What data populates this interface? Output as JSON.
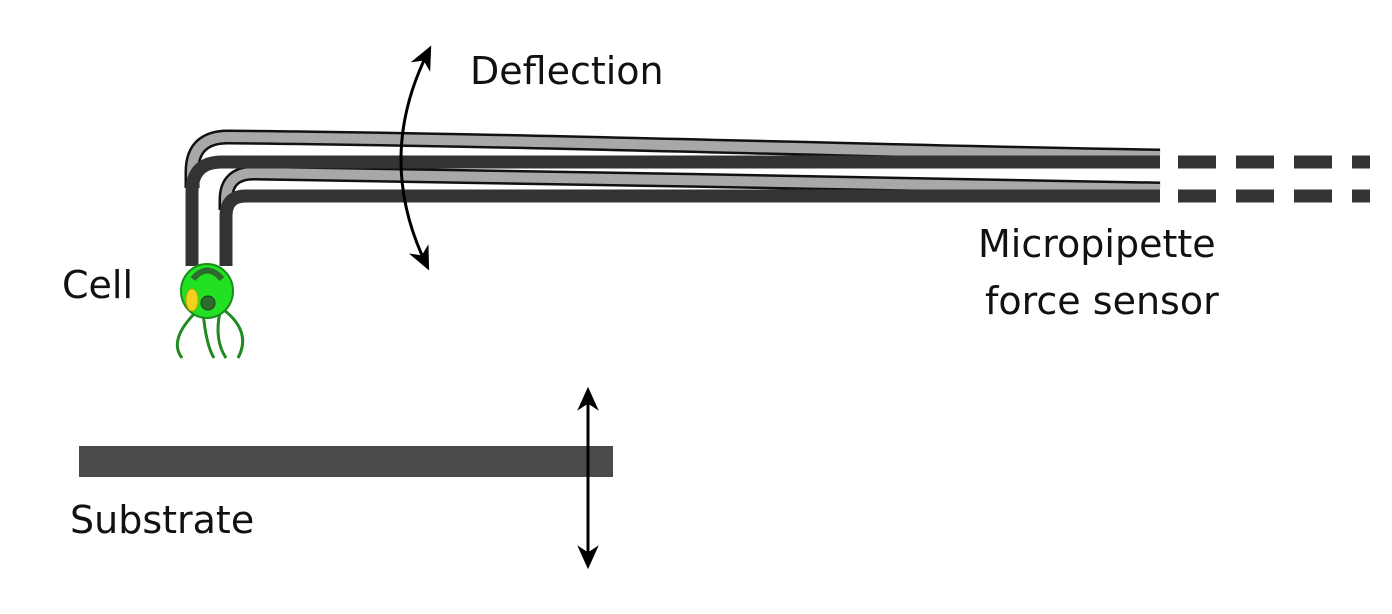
{
  "labels": {
    "deflection": "Deflection",
    "cell": "Cell",
    "micropipette_line1": "Micropipette",
    "micropipette_line2": "force sensor",
    "substrate": "Substrate"
  },
  "colors": {
    "pipette": "#333333",
    "pipette_deflected": "#a8a8a8",
    "substrate": "#4a4a4a",
    "cell_body": "#22e022",
    "cell_outline": "#1a8c1a",
    "cell_nucleus": "#2f6b2f",
    "chloroplast": "#f2d21e",
    "flagella": "#1f8a1f",
    "arrow": "#000000"
  },
  "icons": {
    "deflection_arrow": "curved-double-arrow",
    "substrate_arrow": "vertical-double-arrow",
    "cell": "algal-cell-icon"
  }
}
